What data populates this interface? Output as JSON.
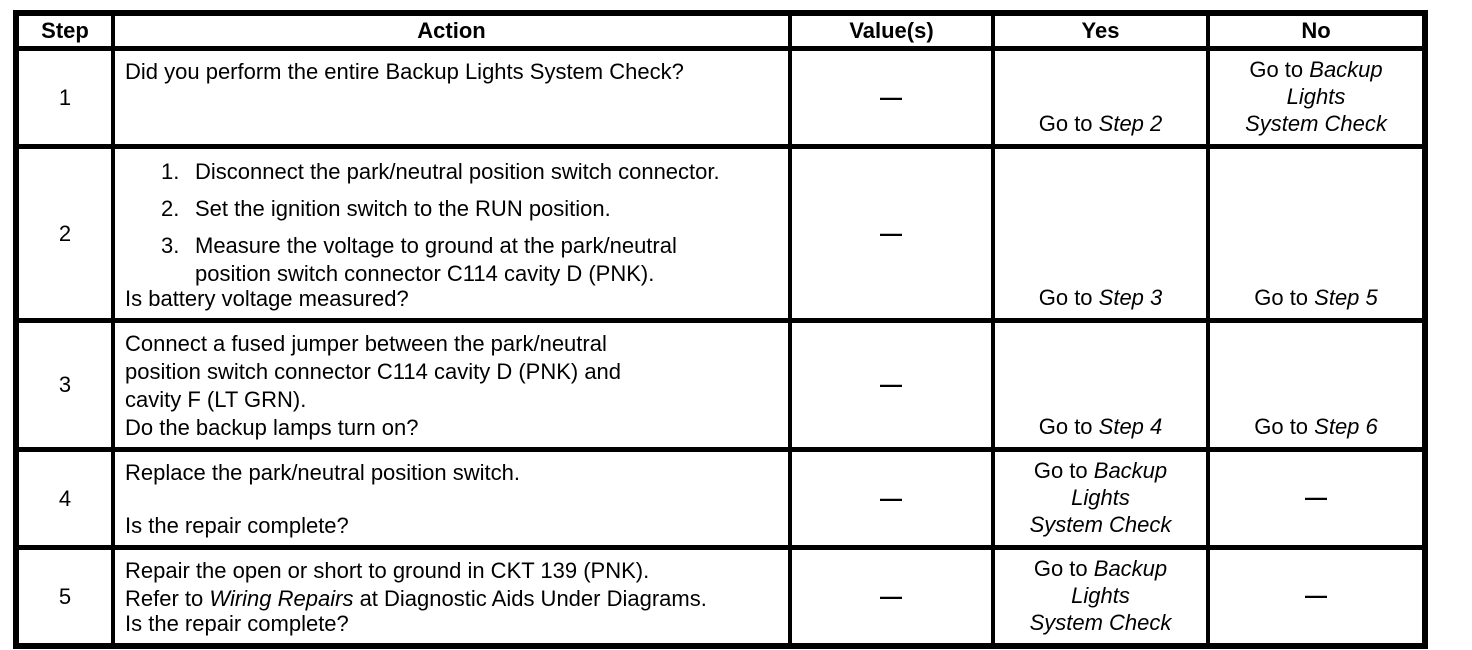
{
  "table": {
    "headers": {
      "step": "Step",
      "action": "Action",
      "value": "Value(s)",
      "yes": "Yes",
      "no": "No"
    },
    "rows": [
      {
        "step": "1",
        "action_intro": [
          [
            {
              "t": "Did you perform the entire Backup Lights System Check?"
            }
          ]
        ],
        "question": "",
        "value": "—",
        "yes": {
          "lines": [
            [
              {
                "t": "Go to "
              },
              {
                "t": "Step 2",
                "i": 1
              }
            ]
          ]
        },
        "no": {
          "lines": [
            [
              {
                "t": "Go to "
              },
              {
                "t": "Backup",
                "i": 1
              }
            ],
            [
              {
                "t": "Lights",
                "i": 1
              }
            ],
            [
              {
                "t": "System Check",
                "i": 1
              }
            ]
          ]
        }
      },
      {
        "step": "2",
        "action_list": [
          {
            "num": "1.",
            "lines": [
              [
                {
                  "t": "Disconnect the park/neutral position switch connector."
                }
              ]
            ]
          },
          {
            "num": "2.",
            "lines": [
              [
                {
                  "t": "Set the ignition switch to the RUN position."
                }
              ]
            ]
          },
          {
            "num": "3.",
            "lines": [
              [
                {
                  "t": "Measure the voltage to ground at the park/neutral"
                }
              ],
              [
                {
                  "t": "position switch connector C114 cavity D (PNK)."
                }
              ]
            ]
          }
        ],
        "question": "Is battery voltage measured?",
        "value": "—",
        "yes": {
          "lines": [
            [
              {
                "t": "Go to "
              },
              {
                "t": "Step 3",
                "i": 1
              }
            ]
          ]
        },
        "no": {
          "lines": [
            [
              {
                "t": "Go to "
              },
              {
                "t": "Step 5",
                "i": 1
              }
            ]
          ]
        }
      },
      {
        "step": "3",
        "action_intro": [
          [
            {
              "t": "Connect a fused jumper between the park/neutral"
            }
          ],
          [
            {
              "t": "position switch connector C114 cavity D (PNK) and"
            }
          ],
          [
            {
              "t": "cavity F (LT GRN)."
            }
          ]
        ],
        "question": "Do the backup lamps turn on?",
        "value": "—",
        "yes": {
          "lines": [
            [
              {
                "t": "Go to "
              },
              {
                "t": "Step 4",
                "i": 1
              }
            ]
          ]
        },
        "no": {
          "lines": [
            [
              {
                "t": "Go to "
              },
              {
                "t": "Step 6",
                "i": 1
              }
            ]
          ]
        }
      },
      {
        "step": "4",
        "action_intro": [
          [
            {
              "t": "Replace the park/neutral position switch."
            }
          ]
        ],
        "question": "Is the repair complete?",
        "value": "—",
        "yes": {
          "lines": [
            [
              {
                "t": "Go to "
              },
              {
                "t": "Backup",
                "i": 1
              }
            ],
            [
              {
                "t": "Lights",
                "i": 1
              }
            ],
            [
              {
                "t": "System Check",
                "i": 1
              }
            ]
          ]
        },
        "no": {
          "lines": [
            [
              {
                "t": "—"
              }
            ]
          ]
        }
      },
      {
        "step": "5",
        "action_intro": [
          [
            {
              "t": "Repair the open or short to ground in CKT 139 (PNK)."
            }
          ],
          [
            {
              "t": "Refer to "
            },
            {
              "t": "Wiring Repairs",
              "i": 1
            },
            {
              "t": " at Diagnostic Aids Under Diagrams."
            }
          ]
        ],
        "question": "Is the repair complete?",
        "value": "—",
        "yes": {
          "lines": [
            [
              {
                "t": "Go to "
              },
              {
                "t": "Backup",
                "i": 1
              }
            ],
            [
              {
                "t": "Lights",
                "i": 1
              }
            ],
            [
              {
                "t": "System Check",
                "i": 1
              }
            ]
          ]
        },
        "no": {
          "lines": [
            [
              {
                "t": "—"
              }
            ]
          ]
        }
      }
    ]
  }
}
